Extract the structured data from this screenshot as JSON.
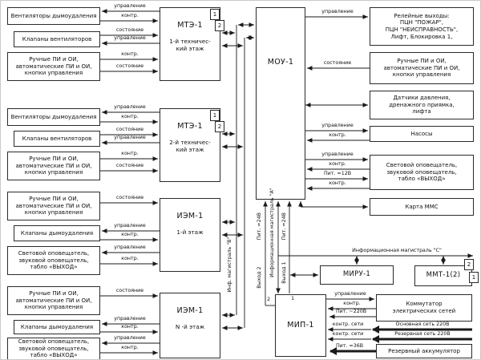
{
  "left_boxes": [
    "Вентиляторы дымоудаления",
    "Клапаны вентиляторов",
    "Ручные ПИ и ОИ,\nавтоматические ПИ и ОИ,\nкнопки управления",
    "Вентиляторы дымоудаления",
    "Клапаны вентиляторов",
    "Ручные ПИ и ОИ,\nавтоматические ПИ и ОИ,\nкнопки управления",
    "Ручные ПИ и ОИ,\nавтоматические ПИ и ОИ,\nкнопки управления",
    "Клапаны дымоудаления",
    "Световой оповещатель,\nзвуковой оповещатель,\nтабло «ВЫХОД»",
    "Ручные ПИ и ОИ,\nавтоматические ПИ и ОИ,\nкнопки управления",
    "Клапаны дымоудаления",
    "Световой оповещатель,\nзвуковой оповещатель,\nтабло «ВЫХОД»"
  ],
  "right_boxes": [
    "Релейные выходы:\nПЦН \"ПОЖАР\",\nПЦН \"НЕИСПРАВНОСТЬ\",\nЛифт, Блокировка 1,",
    "Ручные ПИ и ОИ,\nавтоматические ПИ и ОИ,\nкнопки управления",
    "Датчики давления,\nдренажного приямка,\nлифта",
    "Насосы",
    "Световой оповещатель,\nзвуковой оповещатель,\nтабло «ВЫХОД»",
    "Карта  ММС",
    "Коммутатор\nэлектрических сетей",
    "Резервный аккумулятор"
  ],
  "modules": {
    "mte_a": {
      "name": "МТЭ-1",
      "sub": "1-й техничес-\nкий этаж"
    },
    "mte_b": {
      "name": "МТЭ-1",
      "sub": "2-й техничес-\nкий этаж"
    },
    "iem_a": {
      "name": "ИЭМ-1",
      "sub": "1-й этаж"
    },
    "iem_b": {
      "name": "ИЭМ-1",
      "sub": "N -й этаж"
    },
    "mou": {
      "name": "МОУ-1"
    },
    "mip": {
      "name": "МИП-1"
    },
    "miru": {
      "name": "МИРУ-1"
    },
    "mmt": {
      "name": "ММТ-1(2)"
    },
    "tag1": "1",
    "tag2": "2"
  },
  "edge": {
    "ctrl": "управление",
    "mon": "контр.",
    "state": "состояние",
    "pwr12": "Пит. =12В",
    "pwr24": "Пит. =24В",
    "pwr220": "Пит. ~220В",
    "pwr36": "Пит. =36В",
    "net_mon": "контр. сети",
    "out1": "Выход 1",
    "out2": "Выход 2",
    "bus_a": "Информационная магистраль \"А\"",
    "bus_b": "Инф. магистраль \"В\"",
    "bus_c": "Информационная магистраль \"С\"",
    "main_net": "Основная сеть 220В",
    "res_net": "Резервная сеть 220В"
  },
  "colors": {
    "line": "#1a1a1a",
    "background": "#ffffff"
  }
}
